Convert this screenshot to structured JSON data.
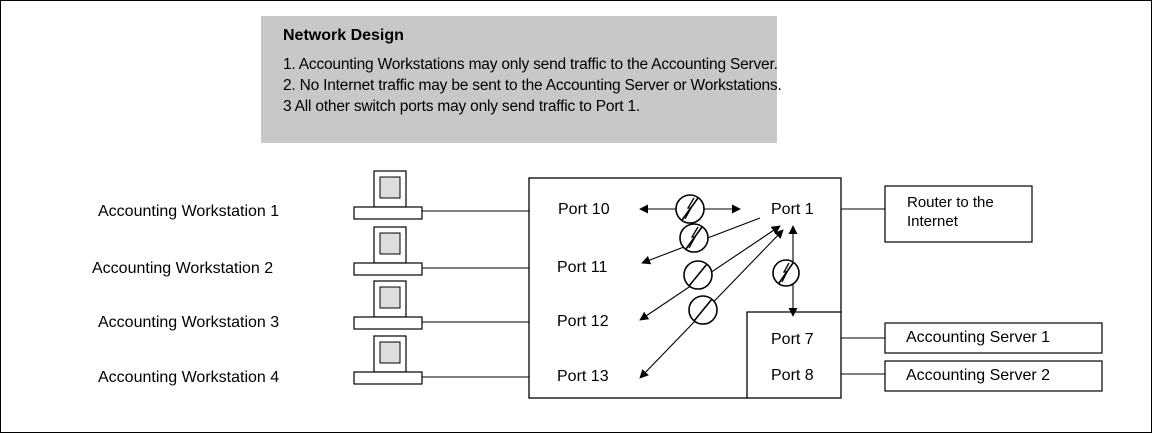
{
  "design": {
    "title": "Network Design",
    "rules": [
      "1. Accounting Workstations may only send traffic to the Accounting Server.",
      "2. No Internet traffic may be sent to the Accounting Server or Workstations.",
      "3 All other switch ports may only send traffic to Port 1."
    ]
  },
  "workstations": [
    "Accounting Workstation 1",
    "Accounting Workstation 2",
    "Accounting Workstation 3",
    "Accounting Workstation 4"
  ],
  "switch": {
    "left_ports": [
      "Port 10",
      "Port 11",
      "Port 12",
      "Port 13"
    ],
    "uplink_port": "Port 1",
    "server_ports": [
      "Port 7",
      "Port 8"
    ]
  },
  "devices": {
    "router": [
      "Router to the",
      "Internet"
    ],
    "servers": [
      "Accounting Server 1",
      "Accounting Server 2"
    ]
  },
  "icons": {
    "computer": "computer-icon",
    "blocked": "blocked-traffic-icon",
    "allowed": "allowed-traffic-icon"
  },
  "colors": {
    "note_background": "#c8c8c8",
    "line": "#000000"
  }
}
